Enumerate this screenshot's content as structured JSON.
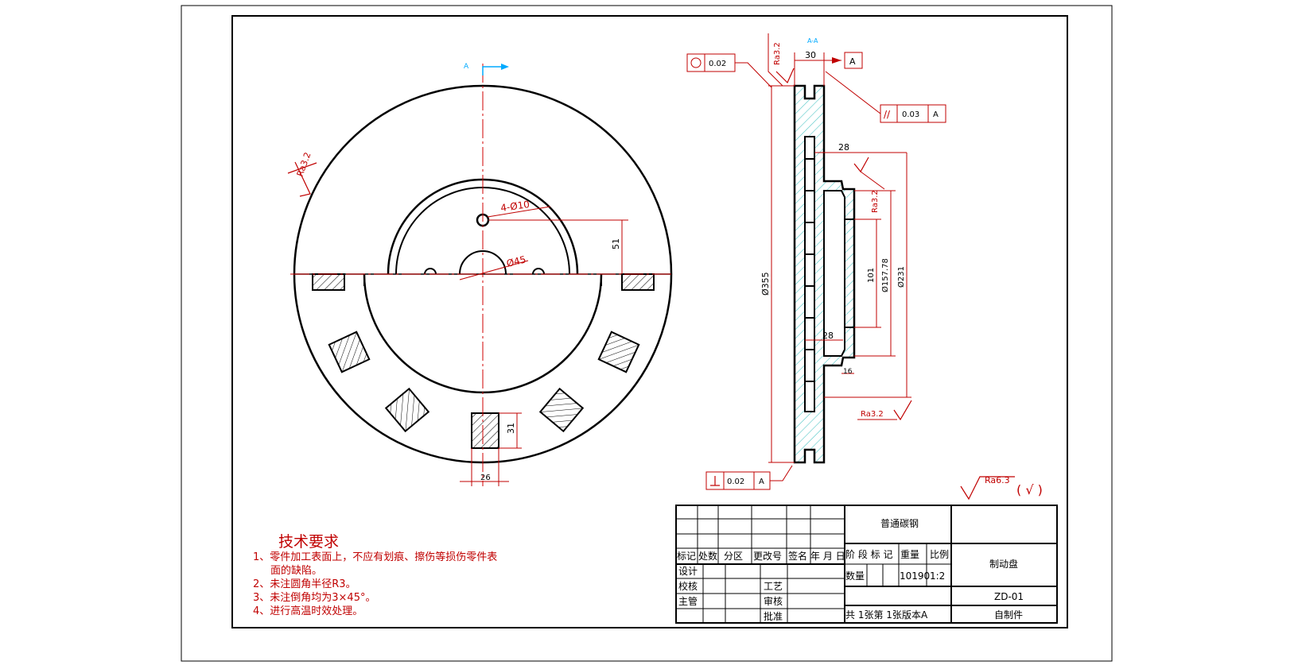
{
  "views": {
    "front": {
      "section_label": "A",
      "ra_outer": "Ra3.2",
      "holes_note": "4-Ø10",
      "dim_center_bore": "Ø45",
      "dim_51": "51",
      "dim_31": "31",
      "dim_26": "26"
    },
    "side": {
      "section_label": "A-A",
      "ra_top": "Ra3.2",
      "ra_mid": "Ra3.2",
      "ra_bottom": "Ra3.2",
      "dim_30": "30",
      "dim_28_top": "28",
      "dim_28_mid": "28",
      "dim_16": "16",
      "dim_355": "Ø355",
      "dim_101": "101",
      "dim_157": "Ø157.78",
      "dim_231": "Ø231",
      "datum_label": "A",
      "fcf_round_value": "0.02",
      "fcf_parallel_value": "0.03",
      "fcf_parallel_datum": "A",
      "fcf_perp_value": "0.02",
      "fcf_perp_datum": "A",
      "general_roughness": "Ra6.3",
      "general_roughness_note": "( √ )"
    }
  },
  "tech_requirements": {
    "title": "技术要求",
    "items": [
      "1、零件加工表面上，不应有划痕、擦伤等损伤零件表",
      "面的缺陷。",
      "2、未注圆角半径R3。",
      "3、未注倒角均为3×45°。",
      "4、进行高温时效处理。"
    ]
  },
  "title_block": {
    "material": "普通碳钢",
    "part_name": "制动盘",
    "drawing_no": "ZD-01",
    "source": "自制件",
    "rev_headers": [
      "标记",
      "处数",
      "分区",
      "更改号",
      "签名",
      "年 月 日"
    ],
    "role_design": "设计",
    "role_check": "校核",
    "role_chief": "主管",
    "role_process": "工艺",
    "role_review": "审核",
    "role_approve": "批准",
    "stage_header": "阶 段 标 记",
    "weight_header": "重量",
    "scale_header": "比例",
    "qty_label": "数量",
    "weight_value": "10190",
    "scale_value": "1:2",
    "sheets": "共 1张第 1张",
    "version": "版本A"
  },
  "colors": {
    "outline": "#000000",
    "annotation": "#c00000",
    "centerline": "#d00000",
    "section_fill": "#55c8c8",
    "view_marker": "#00aaff"
  }
}
